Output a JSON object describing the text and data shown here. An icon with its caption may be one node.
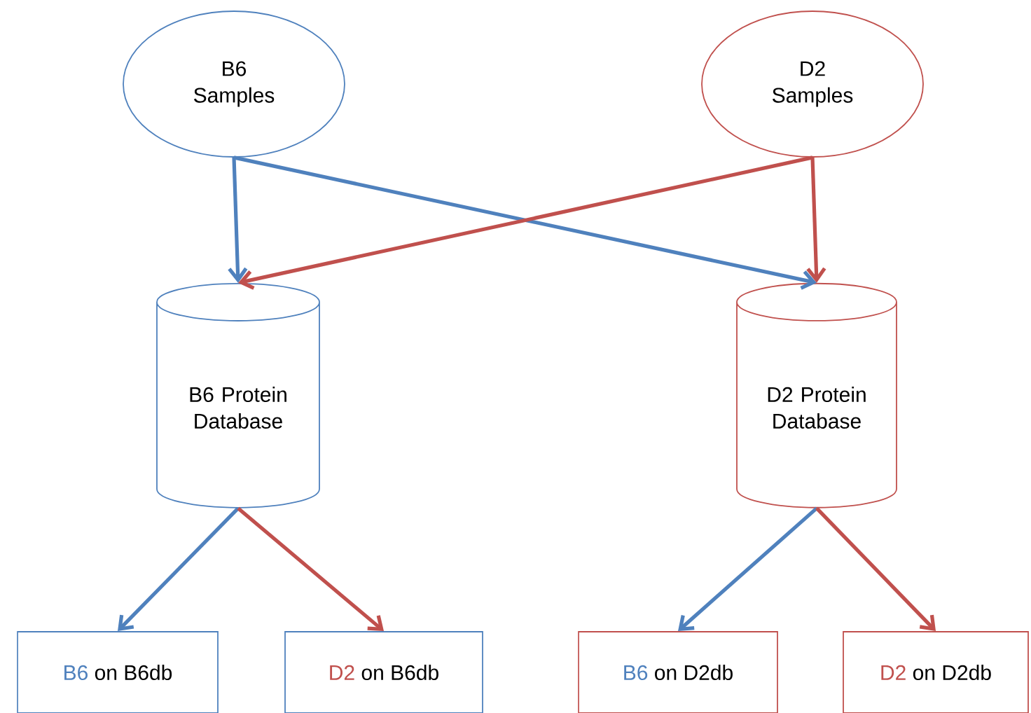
{
  "diagram": {
    "nodes": [
      {
        "text": [
          "B6 Samples"
        ]
      },
      {
        "text": [
          "D2 Samples"
        ]
      },
      {
        "text": [
          "B6 Protein Database"
        ]
      },
      {
        "text": [
          "D2 Protein Database"
        ]
      },
      {
        "text": [
          "B6",
          "on B6db"
        ]
      },
      {
        "text": [
          "D2",
          "on B6db"
        ]
      },
      {
        "text": [
          "B6",
          "on D2db"
        ]
      },
      {
        "text": [
          "D2",
          "on D2db"
        ]
      }
    ],
    "edges": [
      {
        "from": 0,
        "to": 2,
        "arrow": "to",
        "color": "#4f81bd"
      },
      {
        "from": 0,
        "to": 3,
        "arrow": "to",
        "color": "#4f81bd"
      },
      {
        "from": 1,
        "to": 2,
        "arrow": "to",
        "color": "#c0504d"
      },
      {
        "from": 1,
        "to": 3,
        "arrow": "to",
        "color": "#c0504d"
      },
      {
        "from": 2,
        "to": 4,
        "arrow": "to",
        "color": "#4f81bd"
      },
      {
        "from": 2,
        "to": 5,
        "arrow": "to",
        "color": "#c0504d"
      },
      {
        "from": 3,
        "to": 6,
        "arrow": "to",
        "color": "#4f81bd"
      },
      {
        "from": 3,
        "to": 7,
        "arrow": "to",
        "color": "#c0504d"
      }
    ]
  }
}
